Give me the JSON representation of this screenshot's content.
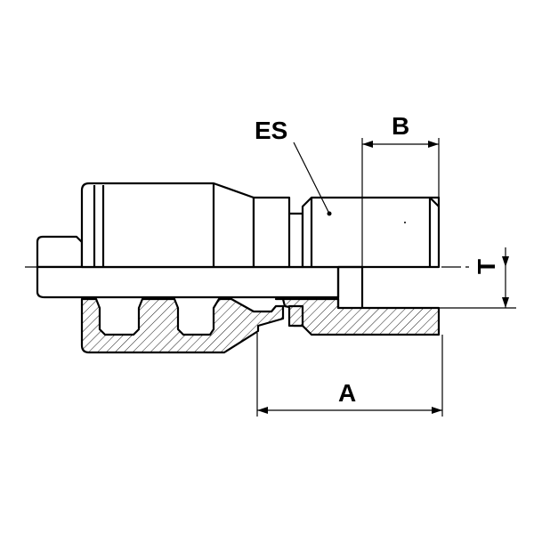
{
  "labels": {
    "es": "ES",
    "b": "B",
    "t": "T",
    "a": "A"
  },
  "colors": {
    "line": "#000000",
    "background": "#ffffff"
  }
}
